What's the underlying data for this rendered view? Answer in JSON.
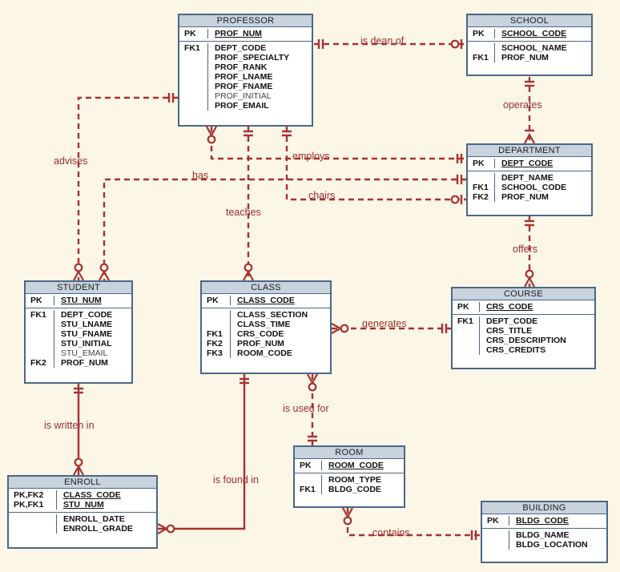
{
  "entities": {
    "professor": {
      "title": "PROFESSOR",
      "pk_key": "PK",
      "pk_attr": "PROF_NUM",
      "keys": [
        "FK1",
        "",
        "",
        "",
        "",
        "",
        ""
      ],
      "attrs": [
        "DEPT_CODE",
        "PROF_SPECIALTY",
        "PROF_RANK",
        "PROF_LNAME",
        "PROF_FNAME",
        "PROF_INITIAL",
        "PROF_EMAIL"
      ]
    },
    "school": {
      "title": "SCHOOL",
      "pk_key": "PK",
      "pk_attr": "SCHOOL_CODE",
      "keys": [
        "",
        "FK1"
      ],
      "attrs": [
        "SCHOOL_NAME",
        "PROF_NUM"
      ]
    },
    "department": {
      "title": "DEPARTMENT",
      "pk_key": "PK",
      "pk_attr": "DEPT_CODE",
      "keys": [
        "",
        "FK1",
        "FK2"
      ],
      "attrs": [
        "DEPT_NAME",
        "SCHOOL_CODE",
        "PROF_NUM"
      ]
    },
    "student": {
      "title": "STUDENT",
      "pk_key": "PK",
      "pk_attr": "STU_NUM",
      "keys": [
        "FK1",
        "",
        "",
        "",
        "",
        "FK2"
      ],
      "attrs": [
        "DEPT_CODE",
        "STU_LNAME",
        "STU_FNAME",
        "STU_INITIAL",
        "STU_EMAIL",
        "PROF_NUM"
      ]
    },
    "class": {
      "title": "CLASS",
      "pk_key": "PK",
      "pk_attr": "CLASS_CODE",
      "keys": [
        "",
        "",
        "FK1",
        "FK2",
        "FK3"
      ],
      "attrs": [
        "CLASS_SECTION",
        "CLASS_TIME",
        "CRS_CODE",
        "PROF_NUM",
        "ROOM_CODE"
      ]
    },
    "course": {
      "title": "COURSE",
      "pk_key": "PK",
      "pk_attr": "CRS_CODE",
      "keys": [
        "FK1",
        "",
        "",
        ""
      ],
      "attrs": [
        "DEPT_CODE",
        "CRS_TITLE",
        "CRS_DESCRIPTION",
        "CRS_CREDITS"
      ]
    },
    "room": {
      "title": "ROOM",
      "pk_key": "PK",
      "pk_attr": "ROOM_CODE",
      "keys": [
        "",
        "FK1"
      ],
      "attrs": [
        "ROOM_TYPE",
        "BLDG_CODE"
      ]
    },
    "enroll": {
      "title": "ENROLL",
      "pk_keys": [
        "PK,FK2",
        "PK,FK1"
      ],
      "pk_attrs": [
        "CLASS_CODE",
        "STU_NUM"
      ],
      "keys": [
        "",
        ""
      ],
      "attrs": [
        "ENROLL_DATE",
        "ENROLL_GRADE"
      ]
    },
    "building": {
      "title": "BUILDING",
      "pk_key": "PK",
      "pk_attr": "BLDG_CODE",
      "keys": [
        "",
        ""
      ],
      "attrs": [
        "BLDG_NAME",
        "BLDG_LOCATION"
      ]
    }
  },
  "relationships": {
    "is_dean_of": "is dean of",
    "operates": "operates",
    "employs": "employs",
    "has": "has",
    "chairs": "chairs",
    "advises": "advises",
    "teaches": "teaches",
    "offers": "offers",
    "generates": "generates",
    "is_written_in": "is written in",
    "is_used_for": "is used for",
    "is_found_in": "is found in",
    "contains": "contains"
  },
  "colors": {
    "relationship_line": "#a63232",
    "entity_border": "#4a6788",
    "entity_header": "#c9d3de",
    "background": "#fbf6e6"
  }
}
